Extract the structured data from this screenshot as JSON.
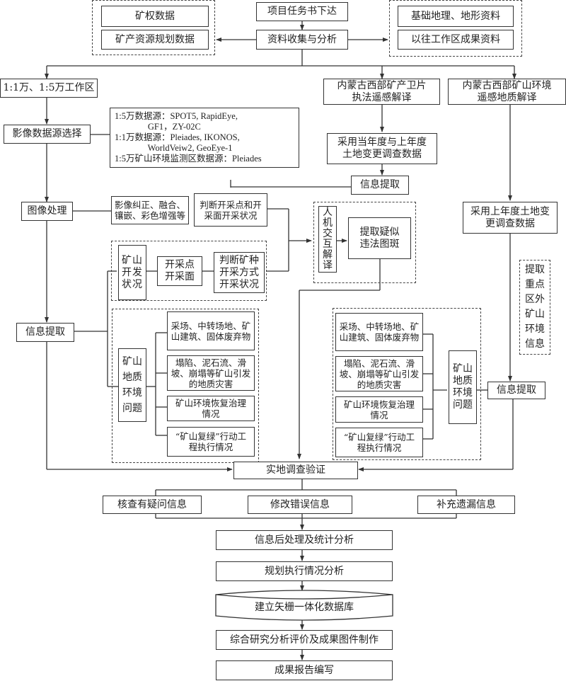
{
  "diagram": {
    "top": {
      "task": "项目任务书下达",
      "collect": "资料收集与分析",
      "left_group": [
        "矿权数据",
        "矿产资源规划数据"
      ],
      "right_group": [
        "基础地理、地形资料",
        "以往工作区成果资料"
      ]
    },
    "left_branch": {
      "work_area": "1:1万、1:5万工作区",
      "image_source": "影像数据源选择",
      "sources": [
        "1:5万数据源：SPOT5, RapidEye,",
        "               GF1，ZY-02C",
        "1:1万数据源：Pleiades, IKONOS,",
        "               WorldVeiw2, GeoEye-1",
        "1:5万矿山环境监测区数据源：Pleiades"
      ],
      "image_processing": "图像处理",
      "processing_detail": "影像纠正、融合、镶嵌、彩色增强等",
      "judge_points": "判断开采点和开采面开采状况",
      "info_extract": "信息提取",
      "mining_status": "矿山开发状况",
      "mining_points": "开采点开采面",
      "judge_type": "判断矿种开采方式开采状况",
      "geo_env": "矿山地质环境问题",
      "env_items": [
        "采场、中转场地、矿山建筑、固体废弃物",
        "塌陷、泥石流、滑坡、崩塌等矿山引发的地质灾害",
        "矿山环境恢复治理情况",
        "“矿山复绿”行动工程执行情况"
      ]
    },
    "middle_branch": {
      "title": "内蒙古西部矿产卫片执法遥感解译",
      "survey": "采用当年度与上年度土地变更调查数据",
      "info_extract": "信息提取",
      "human_machine": "人机交互解译",
      "suspect": "提取疑似违法图斑"
    },
    "right_branch": {
      "title": "内蒙古西部矿山环境遥感地质解译",
      "survey": "采用上年度土地变更调查数据",
      "extract_outside": "提取重点区外矿山环境信息",
      "info_extract": "信息提取",
      "geo_env": "矿山地质环境问题",
      "env_items": [
        "采场、中转场地、矿山建筑、固体废弃物",
        "塌陷、泥石流、滑坡、崩塌等矿山引发的地质灾害",
        "矿山环境恢复治理情况",
        "“矿山复绿”行动工程执行情况"
      ]
    },
    "bottom": {
      "field_verify": "实地调查验证",
      "check": "核查有疑问信息",
      "fix": "修改错误信息",
      "supplement": "补充遗漏信息",
      "post_process": "信息后处理及统计分析",
      "plan_analysis": "规划执行情况分析",
      "database": "建立矢栅一体化数据库",
      "research": "综合研究分析评价及成果图件制作",
      "report": "成果报告编写"
    }
  }
}
